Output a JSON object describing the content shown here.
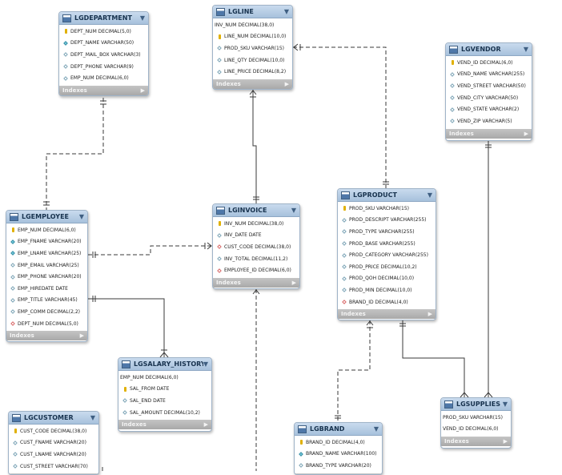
{
  "diagram": {
    "indexes_label": "Indexes",
    "tables": {
      "lgdepartment": {
        "name": "LGDEPARTMENT",
        "columns": [
          {
            "text": "DEPT_NUM DECIMAL(5,0)",
            "kind": "pk"
          },
          {
            "text": "DEPT_NAME VARCHAR(50)",
            "kind": "attr"
          },
          {
            "text": "DEPT_MAIL_BOX VARCHAR(3)",
            "kind": "nn"
          },
          {
            "text": "DEPT_PHONE VARCHAR(9)",
            "kind": "nn"
          },
          {
            "text": "EMP_NUM DECIMAL(6,0)",
            "kind": "nn"
          }
        ]
      },
      "lgline": {
        "name": "LGLINE",
        "columns": [
          {
            "text": "INV_NUM DECIMAL(38,0)",
            "kind": "plain"
          },
          {
            "text": "LINE_NUM DECIMAL(10,0)",
            "kind": "pk"
          },
          {
            "text": "PROD_SKU VARCHAR(15)",
            "kind": "nn"
          },
          {
            "text": "LINE_QTY DECIMAL(10,0)",
            "kind": "nn"
          },
          {
            "text": "LINE_PRICE DECIMAL(8,2)",
            "kind": "nn"
          }
        ]
      },
      "lgvendor": {
        "name": "LGVENDOR",
        "columns": [
          {
            "text": "VEND_ID DECIMAL(6,0)",
            "kind": "pk"
          },
          {
            "text": "VEND_NAME VARCHAR(255)",
            "kind": "nn"
          },
          {
            "text": "VEND_STREET VARCHAR(50)",
            "kind": "nn"
          },
          {
            "text": "VEND_CITY VARCHAR(50)",
            "kind": "nn"
          },
          {
            "text": "VEND_STATE VARCHAR(2)",
            "kind": "nn"
          },
          {
            "text": "VEND_ZIP VARCHAR(5)",
            "kind": "nn"
          }
        ]
      },
      "lgemployee": {
        "name": "LGEMPLOYEE",
        "columns": [
          {
            "text": "EMP_NUM DECIMAL(6,0)",
            "kind": "pk"
          },
          {
            "text": "EMP_FNAME VARCHAR(20)",
            "kind": "attr"
          },
          {
            "text": "EMP_LNAME VARCHAR(25)",
            "kind": "attr"
          },
          {
            "text": "EMP_EMAIL VARCHAR(25)",
            "kind": "nn"
          },
          {
            "text": "EMP_PHONE VARCHAR(20)",
            "kind": "nn"
          },
          {
            "text": "EMP_HIREDATE DATE",
            "kind": "nn"
          },
          {
            "text": "EMP_TITLE VARCHAR(45)",
            "kind": "nn"
          },
          {
            "text": "EMP_COMM DECIMAL(2,2)",
            "kind": "nn"
          },
          {
            "text": "DEPT_NUM DECIMAL(5,0)",
            "kind": "fk"
          }
        ]
      },
      "lginvoice": {
        "name": "LGINVOICE",
        "columns": [
          {
            "text": "INV_NUM DECIMAL(38,0)",
            "kind": "pk"
          },
          {
            "text": "INV_DATE DATE",
            "kind": "nn"
          },
          {
            "text": "CUST_CODE DECIMAL(38,0)",
            "kind": "fk"
          },
          {
            "text": "INV_TOTAL DECIMAL(11,2)",
            "kind": "nn"
          },
          {
            "text": "EMPLOYEE_ID DECIMAL(6,0)",
            "kind": "fk"
          }
        ]
      },
      "lgproduct": {
        "name": "LGPRODUCT",
        "columns": [
          {
            "text": "PROD_SKU VARCHAR(15)",
            "kind": "pk"
          },
          {
            "text": "PROD_DESCRIPT VARCHAR(255)",
            "kind": "nn"
          },
          {
            "text": "PROD_TYPE VARCHAR(255)",
            "kind": "nn"
          },
          {
            "text": "PROD_BASE VARCHAR(255)",
            "kind": "nn"
          },
          {
            "text": "PROD_CATEGORY VARCHAR(255)",
            "kind": "nn"
          },
          {
            "text": "PROD_PRICE DECIMAL(10,2)",
            "kind": "nn"
          },
          {
            "text": "PROD_QOH DECIMAL(10,0)",
            "kind": "nn"
          },
          {
            "text": "PROD_MIN DECIMAL(10,0)",
            "kind": "nn"
          },
          {
            "text": "BRAND_ID DECIMAL(4,0)",
            "kind": "fk"
          }
        ]
      },
      "lgsalary_history": {
        "name": "LGSALARY_HISTORY",
        "columns": [
          {
            "text": "EMP_NUM DECIMAL(6,0)",
            "kind": "plain"
          },
          {
            "text": "SAL_FROM DATE",
            "kind": "pk"
          },
          {
            "text": "SAL_END DATE",
            "kind": "nn"
          },
          {
            "text": "SAL_AMOUNT DECIMAL(10,2)",
            "kind": "nn"
          }
        ]
      },
      "lgcustomer": {
        "name": "LGCUSTOMER",
        "columns": [
          {
            "text": "CUST_CODE DECIMAL(38,0)",
            "kind": "pk"
          },
          {
            "text": "CUST_FNAME VARCHAR(20)",
            "kind": "nn"
          },
          {
            "text": "CUST_LNAME VARCHAR(20)",
            "kind": "nn"
          },
          {
            "text": "CUST_STREET VARCHAR(70)",
            "kind": "nn"
          }
        ]
      },
      "lgbrand": {
        "name": "LGBRAND",
        "columns": [
          {
            "text": "BRAND_ID DECIMAL(4,0)",
            "kind": "pk"
          },
          {
            "text": "BRAND_NAME VARCHAR(100)",
            "kind": "attr"
          },
          {
            "text": "BRAND_TYPE VARCHAR(20)",
            "kind": "nn"
          }
        ]
      },
      "lgsupplies": {
        "name": "LGSUPPLIES",
        "columns": [
          {
            "text": "PROD_SKU VARCHAR(15)",
            "kind": "plain"
          },
          {
            "text": "VEND_ID DECIMAL(6,0)",
            "kind": "plain"
          }
        ]
      }
    }
  }
}
